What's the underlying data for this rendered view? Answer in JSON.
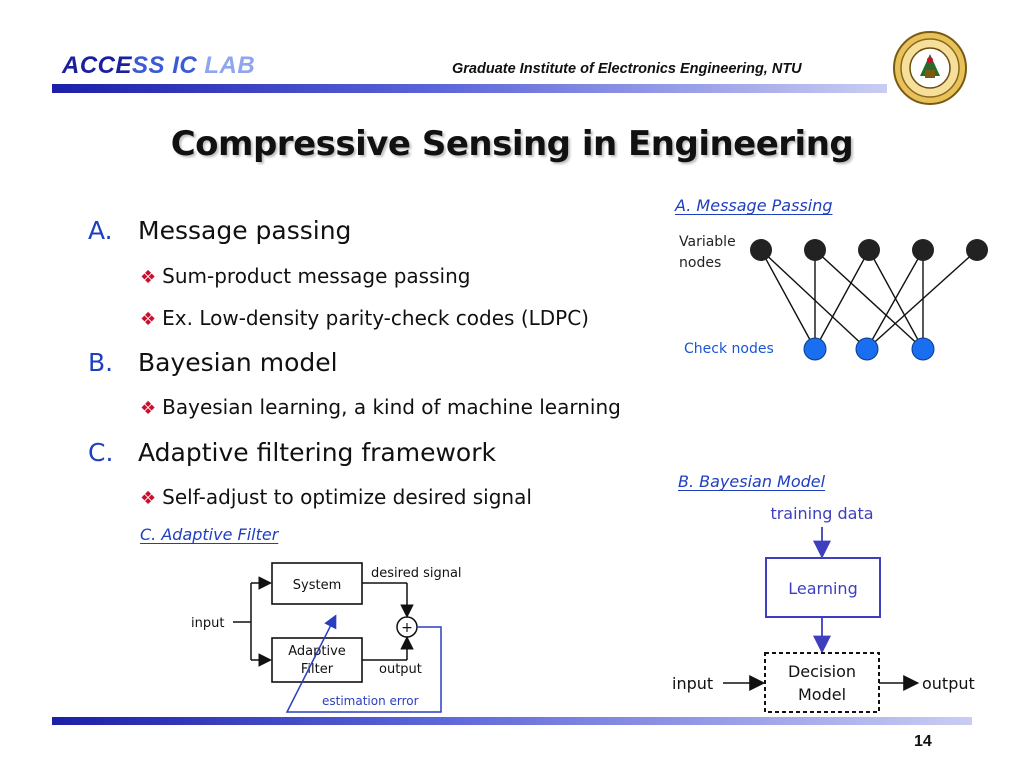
{
  "header": {
    "brand_part1": "ACCE",
    "brand_part2": "SS IC",
    "brand_part3": " LAB",
    "institute": "Graduate Institute of Electronics Engineering, NTU"
  },
  "title": "Compressive Sensing in Engineering",
  "items": [
    {
      "letter": "A.",
      "text": "Message passing",
      "subs": [
        "Sum-product message passing",
        "Ex. Low-density parity-check codes (LDPC)"
      ]
    },
    {
      "letter": "B.",
      "text": "Bayesian model",
      "subs": [
        "Bayesian learning, a kind of machine learning"
      ]
    },
    {
      "letter": "C.",
      "text": "Adaptive filtering framework",
      "subs": [
        "Self-adjust to optimize desired signal"
      ]
    }
  ],
  "bullet_glyph": "❖",
  "figures": {
    "message_passing": {
      "caption": "A. Message Passing",
      "variable_label_1": "Variable",
      "variable_label_2": "nodes",
      "check_label": "Check nodes"
    },
    "bayesian": {
      "caption": "B. Bayesian Model",
      "training": "training data",
      "learning": "Learning",
      "decision_1": "Decision",
      "decision_2": "Model",
      "input": "input",
      "output": "output"
    },
    "adaptive": {
      "caption": "C. Adaptive Filter",
      "system": "System",
      "desired": "desired signal",
      "input": "input",
      "adaptive_1": "Adaptive",
      "adaptive_2": "Filter",
      "output": "output",
      "plus": "+",
      "error": "estimation error"
    }
  },
  "page_number": "14",
  "colors": {
    "accent_blue": "#1f3fbf",
    "bullet_red": "#c8102e",
    "check_node": "#1a6ef0",
    "variable_node": "#222222",
    "learning_box": "#3d3fbf"
  }
}
